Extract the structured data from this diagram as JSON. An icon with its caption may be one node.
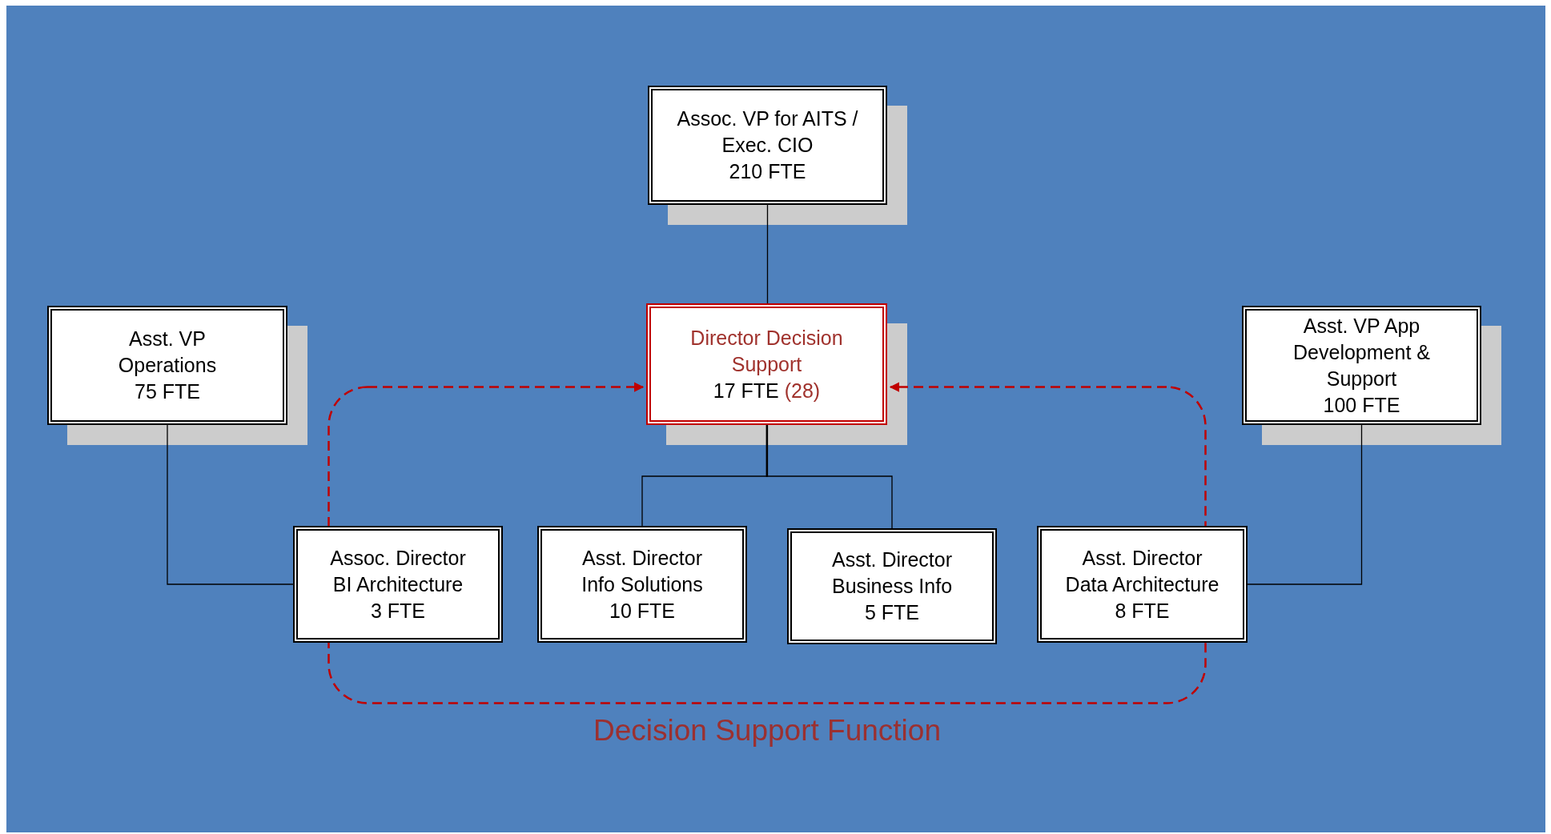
{
  "diagram": {
    "nodes": [
      {
        "text": [
          "Assoc. VP for AITS / Exec. CIO",
          "210 FTE"
        ]
      },
      {
        "text": [
          "Director Decision Support",
          "17 FTE",
          "(28)"
        ]
      },
      {
        "text": [
          "Asst. VP Operations",
          "75 FTE"
        ]
      },
      {
        "text": [
          "Asst. VP App Development & Support",
          "100 FTE"
        ]
      },
      {
        "text": [
          "Decision Support Function"
        ]
      },
      {
        "text": [
          "Assoc. Director BI Architecture",
          "3 FTE"
        ]
      },
      {
        "text": [
          "Asst. Director Info Solutions",
          "10 FTE"
        ],
        "in": 4
      },
      {
        "text": [
          "Asst. Director Business Info",
          "5 FTE"
        ],
        "in": 4
      },
      {
        "text": [
          "Asst. Director Data Architecture",
          "8 FTE"
        ]
      }
    ],
    "edges": [
      {
        "from": 0,
        "to": 1,
        "arrow": "none"
      },
      {
        "from": 1,
        "to": 6,
        "arrow": "none"
      },
      {
        "from": 1,
        "to": 7,
        "arrow": "none"
      },
      {
        "from": 2,
        "to": 5,
        "arrow": "none"
      },
      {
        "from": 3,
        "to": 8,
        "arrow": "none"
      },
      {
        "from": 4,
        "to": 1,
        "arrow": "to",
        "style": "dashed",
        "color": "#c00000"
      },
      {
        "from": 4,
        "to": 1,
        "arrow": "to",
        "style": "dashed",
        "color": "#c00000"
      }
    ]
  }
}
